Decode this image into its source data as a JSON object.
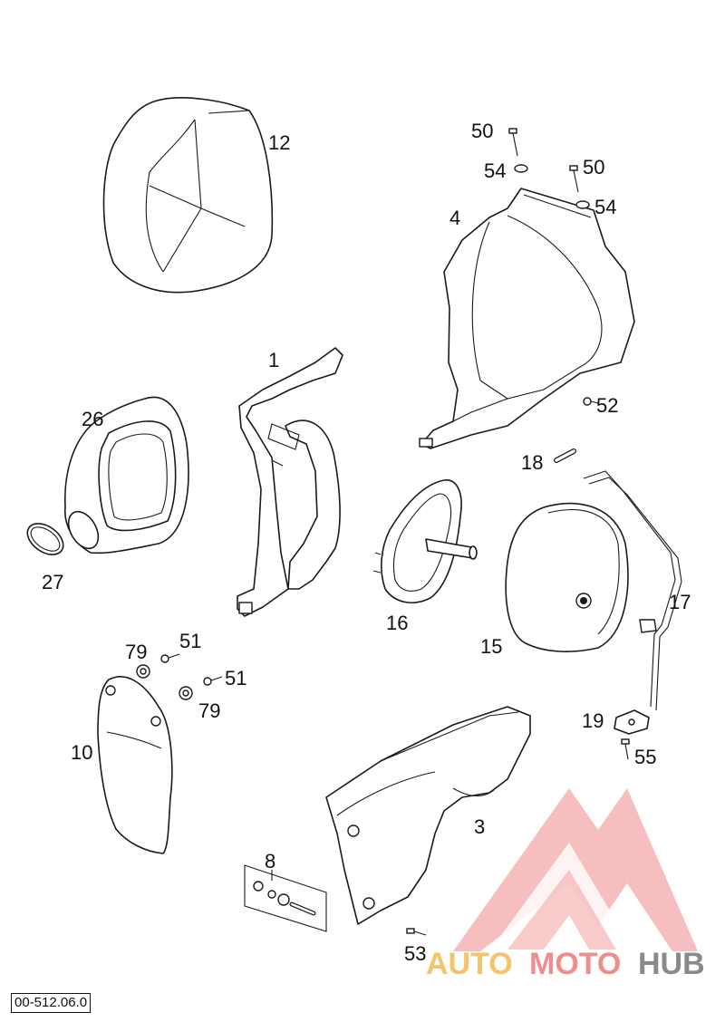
{
  "diagram_code": "00-512.06.0",
  "watermark": {
    "part1": "AUTO",
    "part2": "MOTO",
    "part3": "HUB",
    "colors": {
      "auto": "#f4c36a",
      "moto": "#ef8d8d",
      "hub": "#8a8a8a",
      "logo": "#f29a9a"
    }
  },
  "callouts": {
    "p1": "1",
    "p3": "3",
    "p4": "4",
    "p8": "8",
    "p10": "10",
    "p12": "12",
    "p15": "15",
    "p16": "16",
    "p17": "17",
    "p18": "18",
    "p19": "19",
    "p26": "26",
    "p27": "27",
    "p50a": "50",
    "p50b": "50",
    "p51a": "51",
    "p51b": "51",
    "p52": "52",
    "p53": "53",
    "p54a": "54",
    "p54b": "54",
    "p55": "55",
    "p79a": "79",
    "p79b": "79"
  }
}
